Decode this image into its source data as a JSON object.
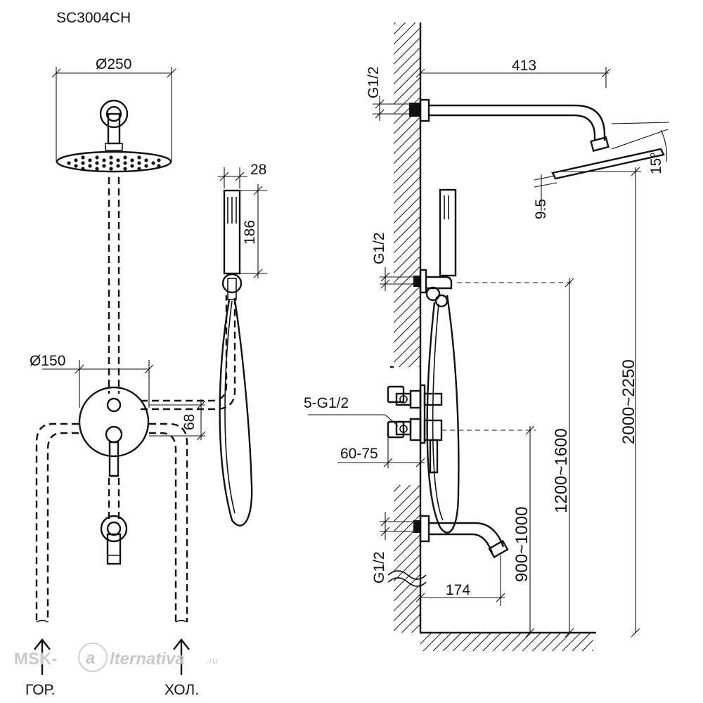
{
  "model": "SC3004CH",
  "front_view": {
    "head_diameter": "Ø250",
    "mixer_diameter": "Ø150",
    "hand_width": "28",
    "hand_length": "186",
    "outlet_offset": "68",
    "hot_label": "ГОР.",
    "cold_label": "ХОЛ."
  },
  "side_view": {
    "thread_top": "G1/2",
    "thread_middle": "G1/2",
    "thread_bottom": "G1/2",
    "arm_length": "413",
    "tilt_angle": "15°",
    "head_thickness": "9.5",
    "inlets": "5-G1/2",
    "depth_range": "60-75",
    "spout_length": "174",
    "spout_height": "900~1000",
    "holder_height": "1200~1600",
    "head_height": "2000~2250"
  },
  "watermark": {
    "prefix": "MSK-",
    "letter": "a",
    "suffix": "lternativa",
    "tld": ".ru"
  }
}
